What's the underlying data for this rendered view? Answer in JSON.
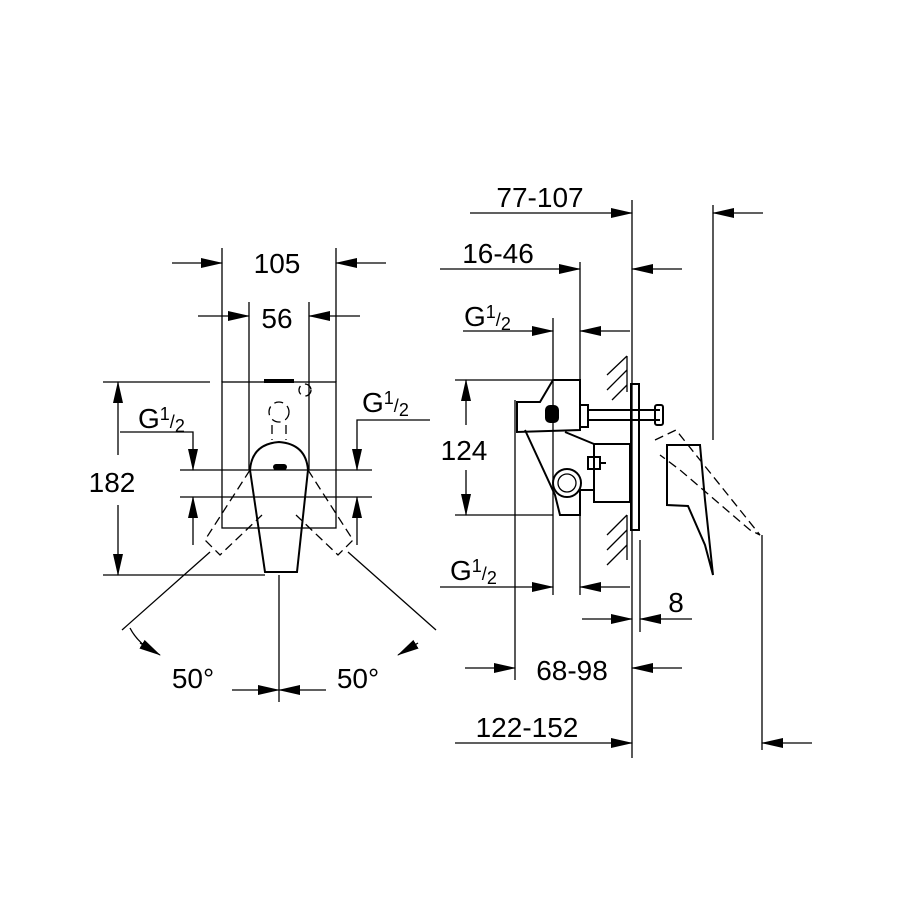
{
  "front_view": {
    "width_outer": "105",
    "width_inner": "56",
    "height": "182",
    "thread_left": {
      "base": "G",
      "num": "1",
      "den": "2"
    },
    "thread_right": {
      "base": "G",
      "num": "1",
      "den": "2"
    },
    "angle_left": "50°",
    "angle_right": "50°"
  },
  "side_view": {
    "depth_total": "77-107",
    "depth_box": "16-46",
    "thread_top": {
      "base": "G",
      "num": "1",
      "den": "2"
    },
    "height_box": "124",
    "thread_bottom": {
      "base": "G",
      "num": "1",
      "den": "2"
    },
    "plate": "8",
    "projection": "68-98",
    "projection_total": "122-152"
  }
}
